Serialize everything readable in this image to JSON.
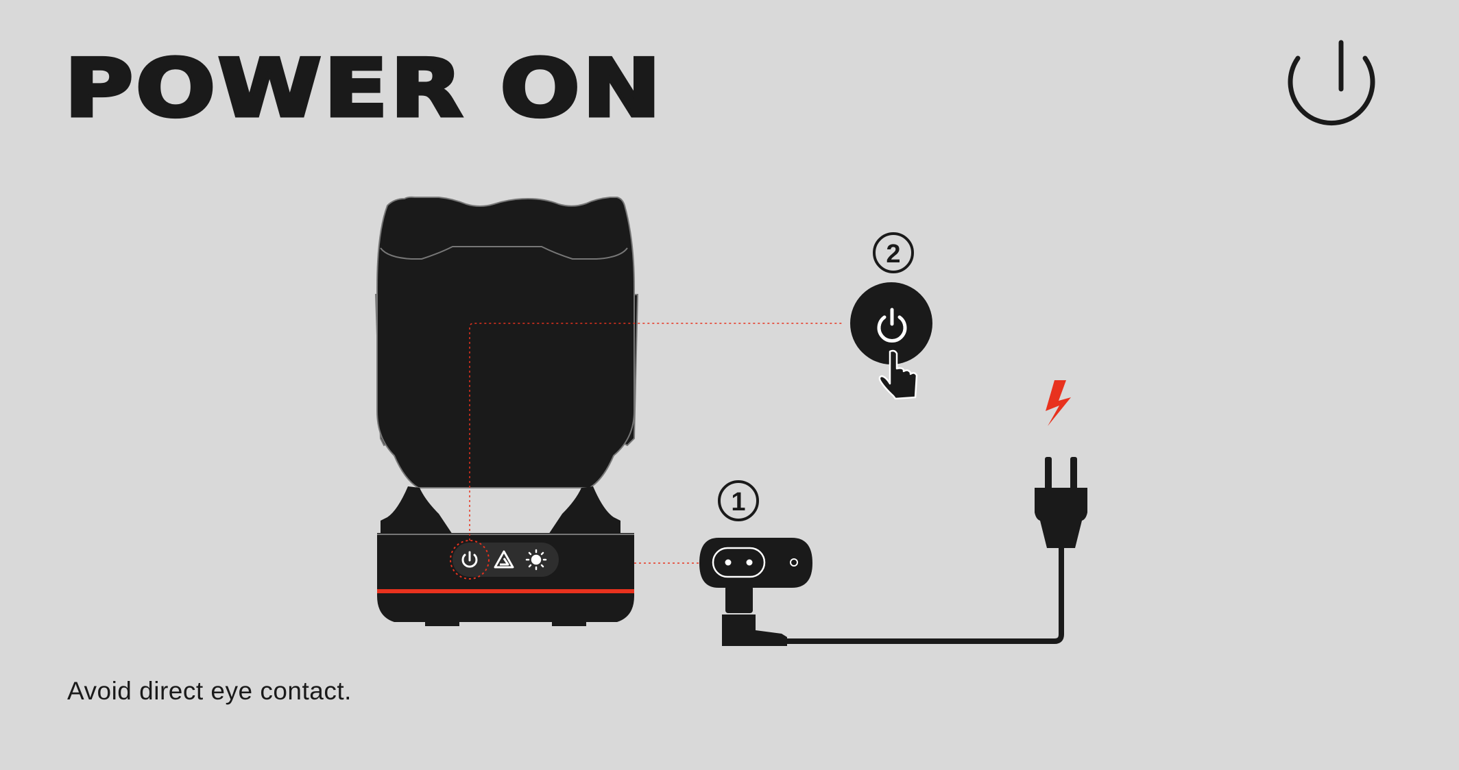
{
  "title": "POWER ON",
  "caption": "Avoid direct eye contact.",
  "steps": {
    "step1": "1",
    "step2": "2"
  },
  "icons": {
    "corner": "power-icon",
    "panel": [
      "power-icon",
      "mode-icon",
      "brightness-icon"
    ],
    "button": "power-icon",
    "hand": "pointing-hand-icon",
    "electricity": "lightning-bolt-icon",
    "plug": "power-plug-icon"
  },
  "colors": {
    "background": "#d9d9d9",
    "device": "#1a1a1a",
    "accent": "#e8321e",
    "leader": "#e8321e"
  }
}
